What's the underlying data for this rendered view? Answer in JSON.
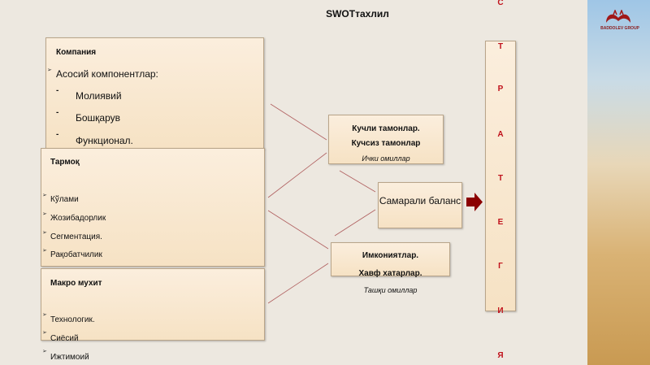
{
  "title": "SWOTтахлил",
  "company": {
    "title": "Компания",
    "subtitle": "Асосий компонентлар:",
    "items": [
      "Молиявий",
      "Бошқарув",
      "Функционал."
    ]
  },
  "industry": {
    "title": "Тармоқ",
    "items": [
      "Кўлами",
      "Жозибадорлик",
      "Сегментация.",
      "Рақобатчилик"
    ]
  },
  "macro": {
    "title": "Макро мухит",
    "items": [
      "Технологик.",
      "Сиёсий",
      "Ижтимоий"
    ]
  },
  "internal": {
    "line1": "Кучли тамонлар.",
    "line2": "Кучсиз тамонлар",
    "caption": "Ички омиллар"
  },
  "balance": {
    "label": "Самарали баланс"
  },
  "external": {
    "line1": "Имкониятлар.",
    "line2": "Хавф хатарлар.",
    "caption": "Ташқи омиллар"
  },
  "strategy_letters": [
    "С",
    "Т",
    "Р",
    "А",
    "Т",
    "Е",
    "Г",
    "И",
    "Я"
  ],
  "logo": {
    "text": "BADDOLEV GROUP"
  },
  "colors": {
    "accent": "#8b0000",
    "letters": "#c0101a",
    "panel": "#f8e6cc"
  }
}
